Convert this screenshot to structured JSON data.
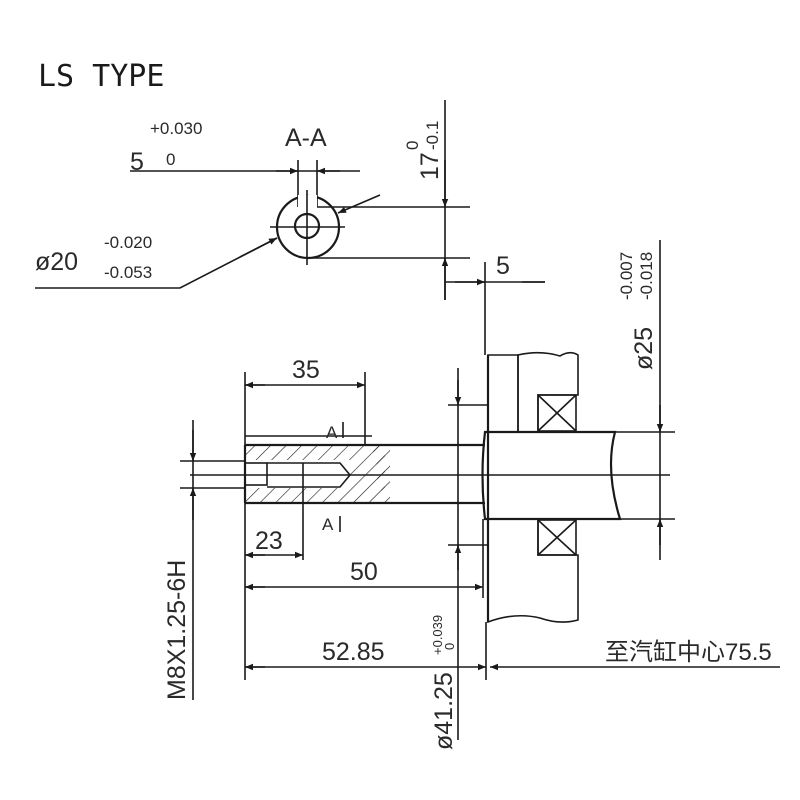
{
  "title": "LS TYPE",
  "section_label": "A-A",
  "section_marks": [
    "A",
    "A"
  ],
  "keyway_width": {
    "nominal": "5",
    "upper": "+0.030",
    "lower": "0"
  },
  "shaft_diameter": {
    "prefix": "ø20",
    "upper": "-0.020",
    "lower": "-0.053"
  },
  "key_depth": {
    "nominal": "17",
    "upper": "0",
    "lower": "-0.1"
  },
  "shoulder_offset": "5",
  "bearing_shaft_diameter": {
    "prefix": "ø25",
    "upper": "-0.007",
    "lower": "-0.018"
  },
  "length_35": "35",
  "length_23": "23",
  "length_50": "50",
  "length_52_85": "52.85",
  "thread_spec": "M8X1.25-6H",
  "pilot_diameter": {
    "prefix": "ø41.25",
    "upper": "+0.039",
    "lower": "0"
  },
  "cylinder_center_note": "至汽缸中心75.5"
}
